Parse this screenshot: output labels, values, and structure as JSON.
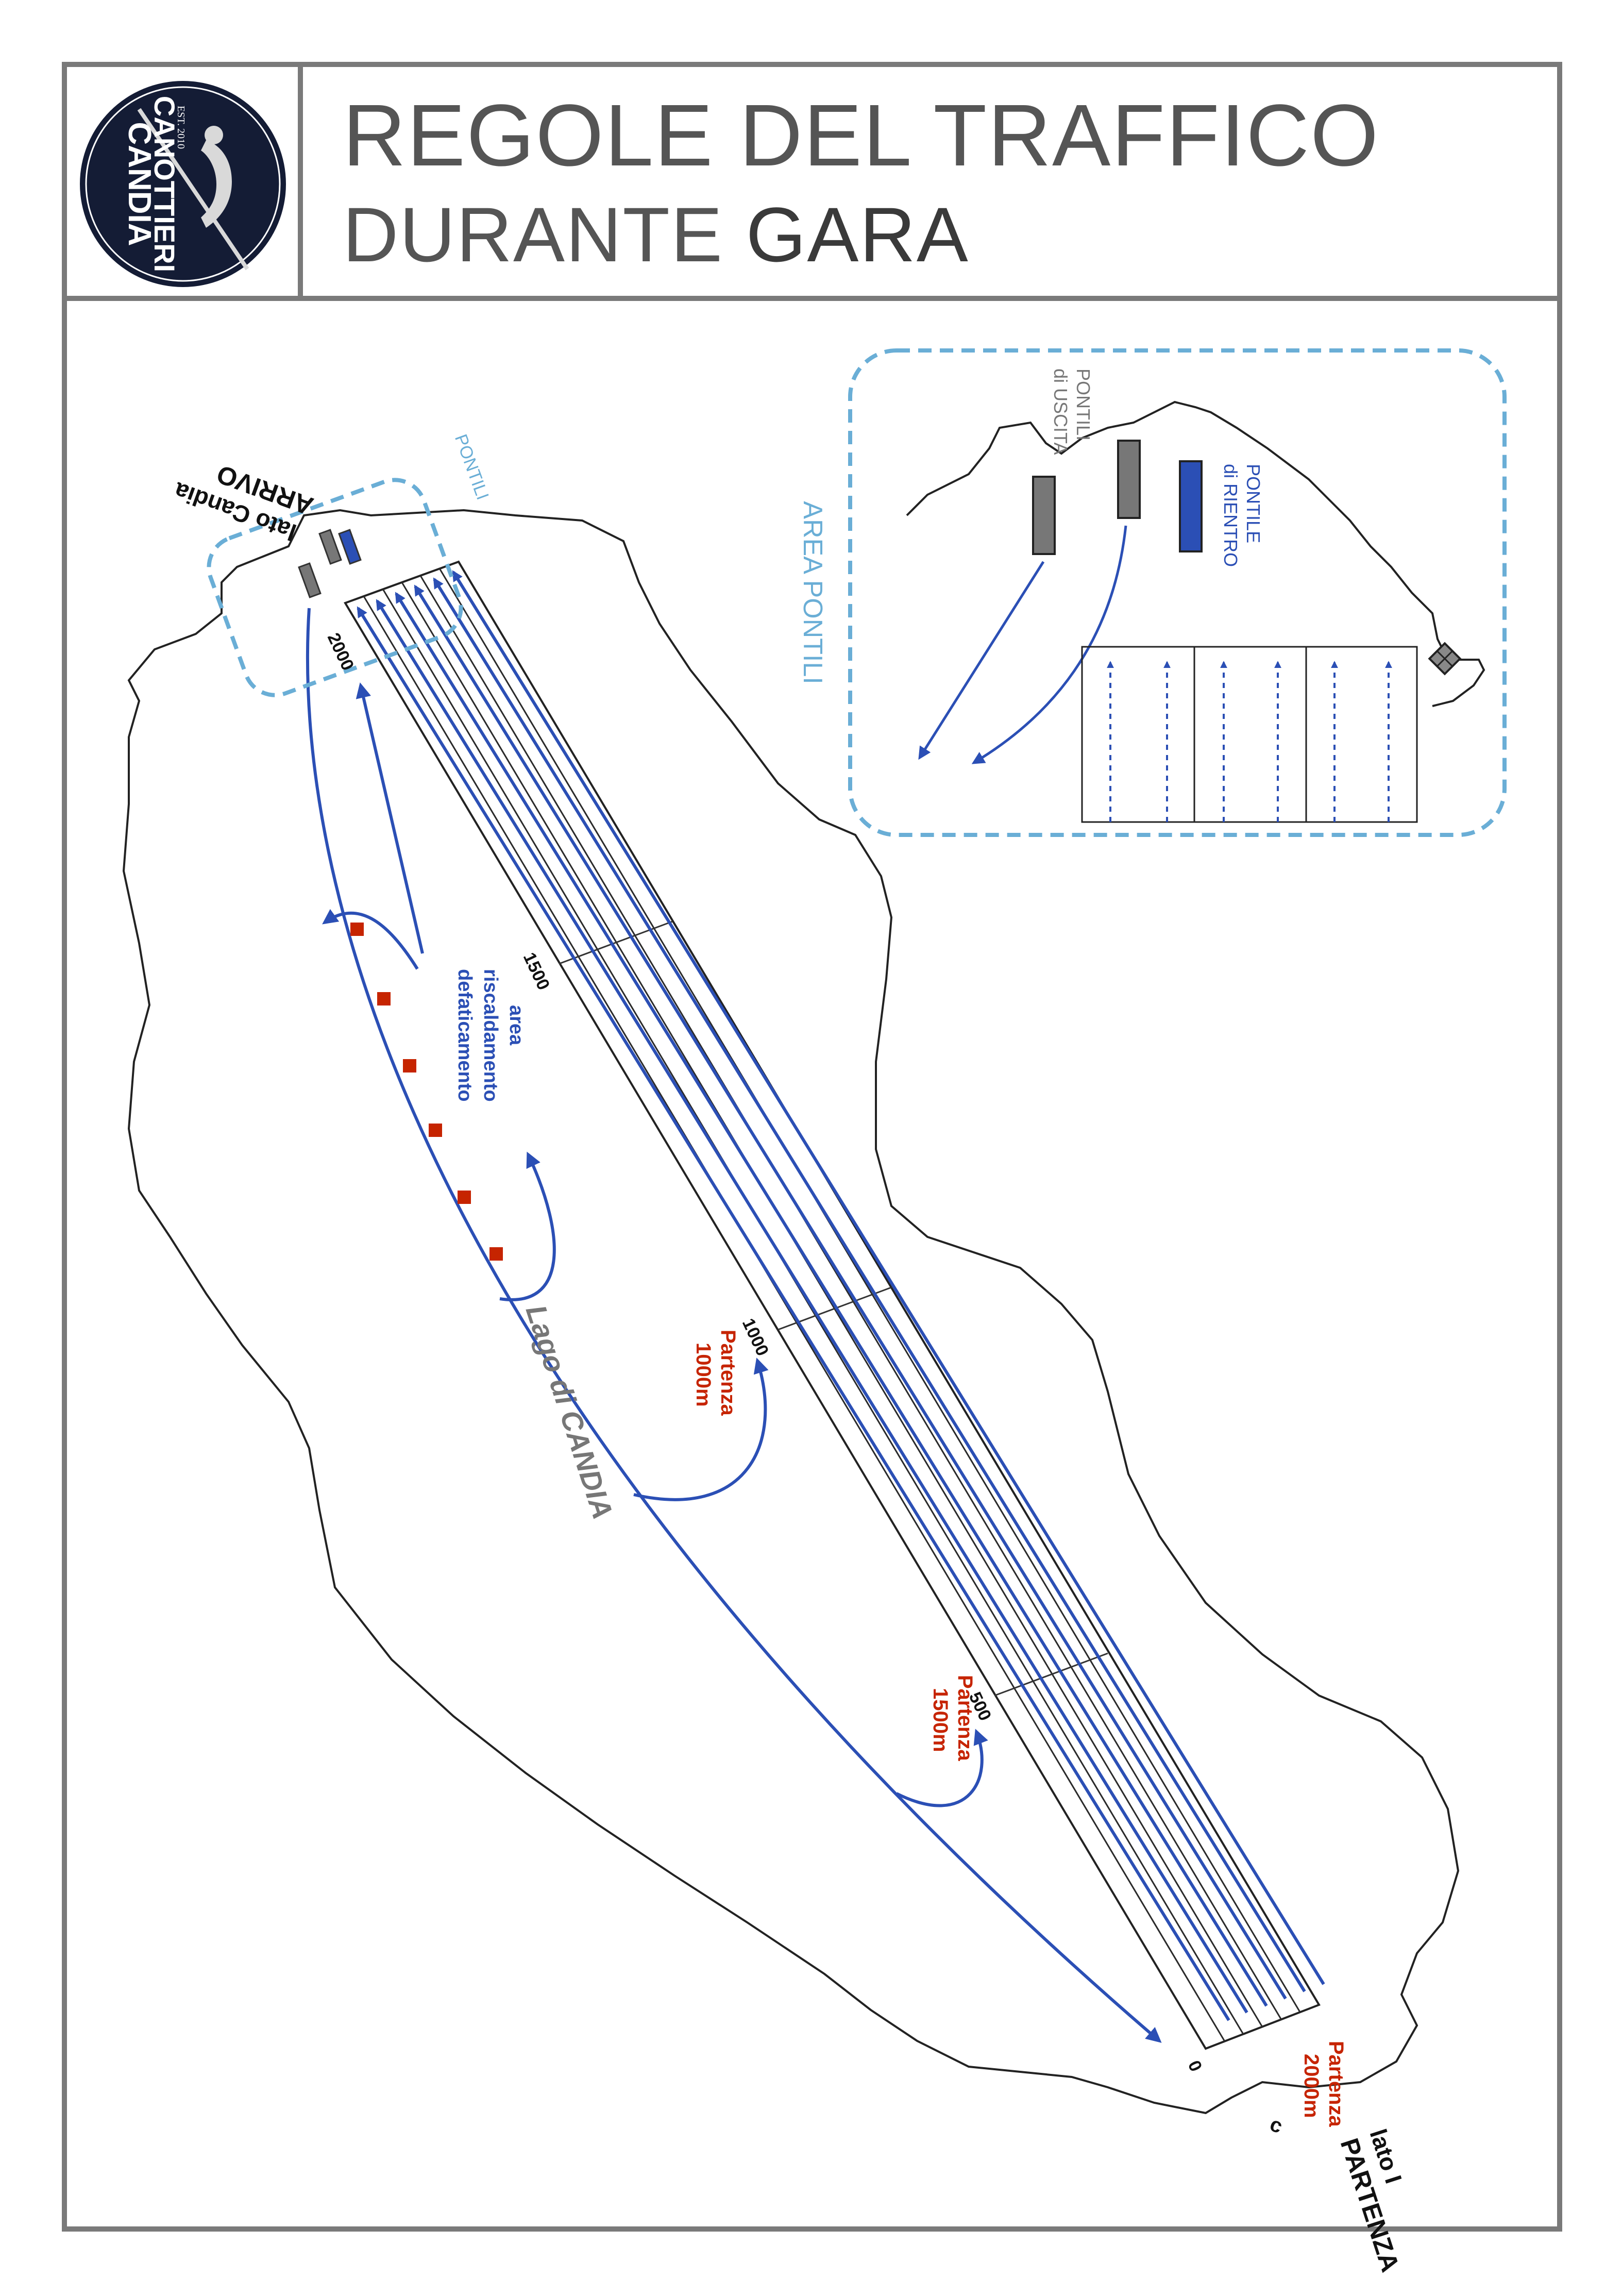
{
  "header": {
    "logo": {
      "name": "Canottieri Candia logo",
      "line1": "CANOTTIERI",
      "line2": "CANDIA",
      "est": "EST. 2010"
    },
    "title_line1": "REGOLE DEL TRAFFICO",
    "title_line2_a": "DURANTE",
    "title_line2_b": "GARA"
  },
  "map": {
    "lake_name": "Lago di CANDIA",
    "arrivo": {
      "side": "lato Candia",
      "label": "ARRIVO"
    },
    "partenza": {
      "side": "lato I",
      "label": "PARTENZA",
      "mark": "ɔ"
    },
    "pontili_label": "PONTILI",
    "warmup_area": [
      "area",
      "riscaldamento",
      "defaticamento"
    ],
    "distance_markers": [
      "2000",
      "1500",
      "1000",
      "500",
      "0"
    ],
    "start_labels": [
      {
        "line1": "Partenza",
        "line2": "1000m"
      },
      {
        "line1": "Partenza",
        "line2": "1500m"
      },
      {
        "line1": "Partenza",
        "line2": "2000m"
      }
    ],
    "buoys_count": 6,
    "lanes_count": 6
  },
  "inset": {
    "title": "AREA PONTILI",
    "pontili_uscita": [
      "PONTILI",
      "di USCITA"
    ],
    "pontile_rientro": [
      "PONTILE",
      "di RIENTRO"
    ]
  },
  "colors": {
    "frame": "#7a7a7a",
    "title": "#555555",
    "lane_arrow": "#2b4fb5",
    "red": "#c62400",
    "inset_border": "#6aaed6",
    "logo_bg": "#141c35"
  }
}
